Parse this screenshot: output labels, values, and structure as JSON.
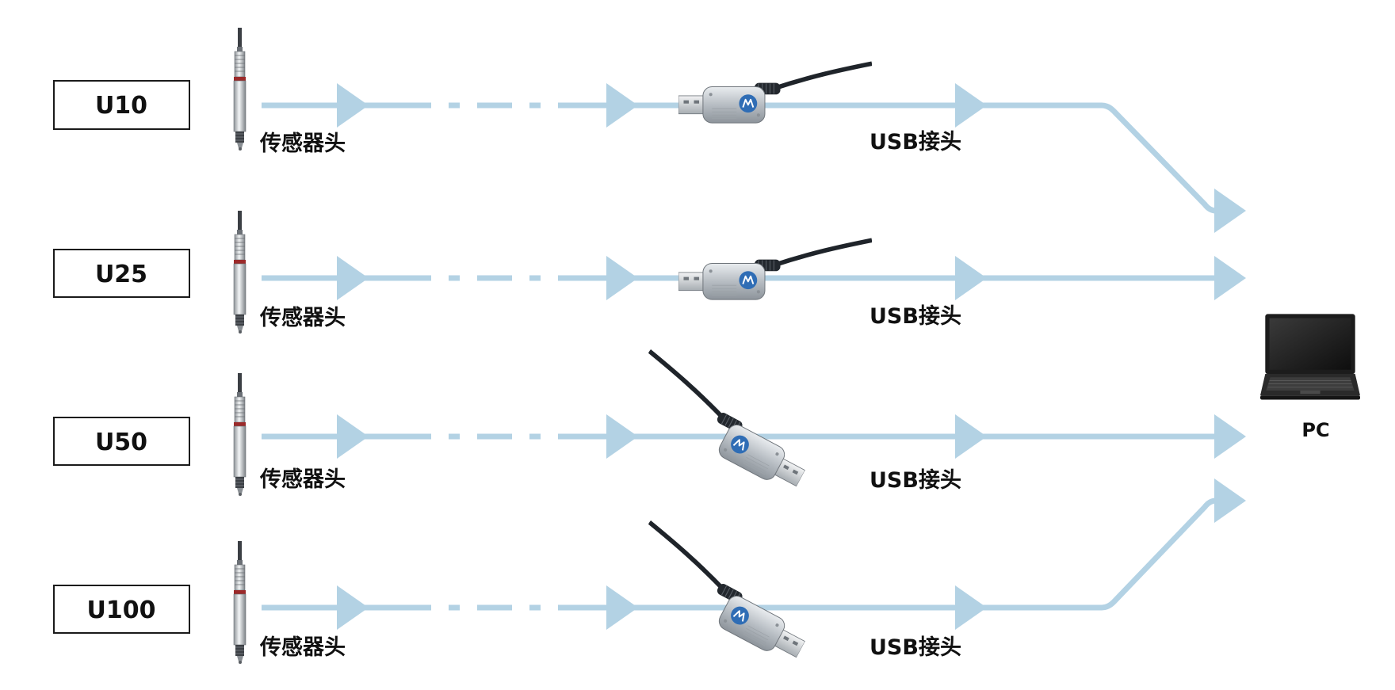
{
  "rows": [
    {
      "model": "U10",
      "sensor_label": "传感器头",
      "usb_label": "USB接头"
    },
    {
      "model": "U25",
      "sensor_label": "传感器头",
      "usb_label": "USB接头"
    },
    {
      "model": "U50",
      "sensor_label": "传感器头",
      "usb_label": "USB接头"
    },
    {
      "model": "U100",
      "sensor_label": "传感器头",
      "usb_label": "USB接头"
    }
  ],
  "pc": {
    "label": "PC"
  },
  "icons": {
    "sensor": "sensor-probe-icon",
    "usb": "usb-adapter-icon",
    "pc": "laptop-icon"
  },
  "colors": {
    "flow": "#b3d2e4",
    "outline": "#1a1a1a",
    "usb_logo": "#2f6db5",
    "usb_body_dark": "#9aa1a8",
    "usb_body_light": "#dfe3e7"
  }
}
